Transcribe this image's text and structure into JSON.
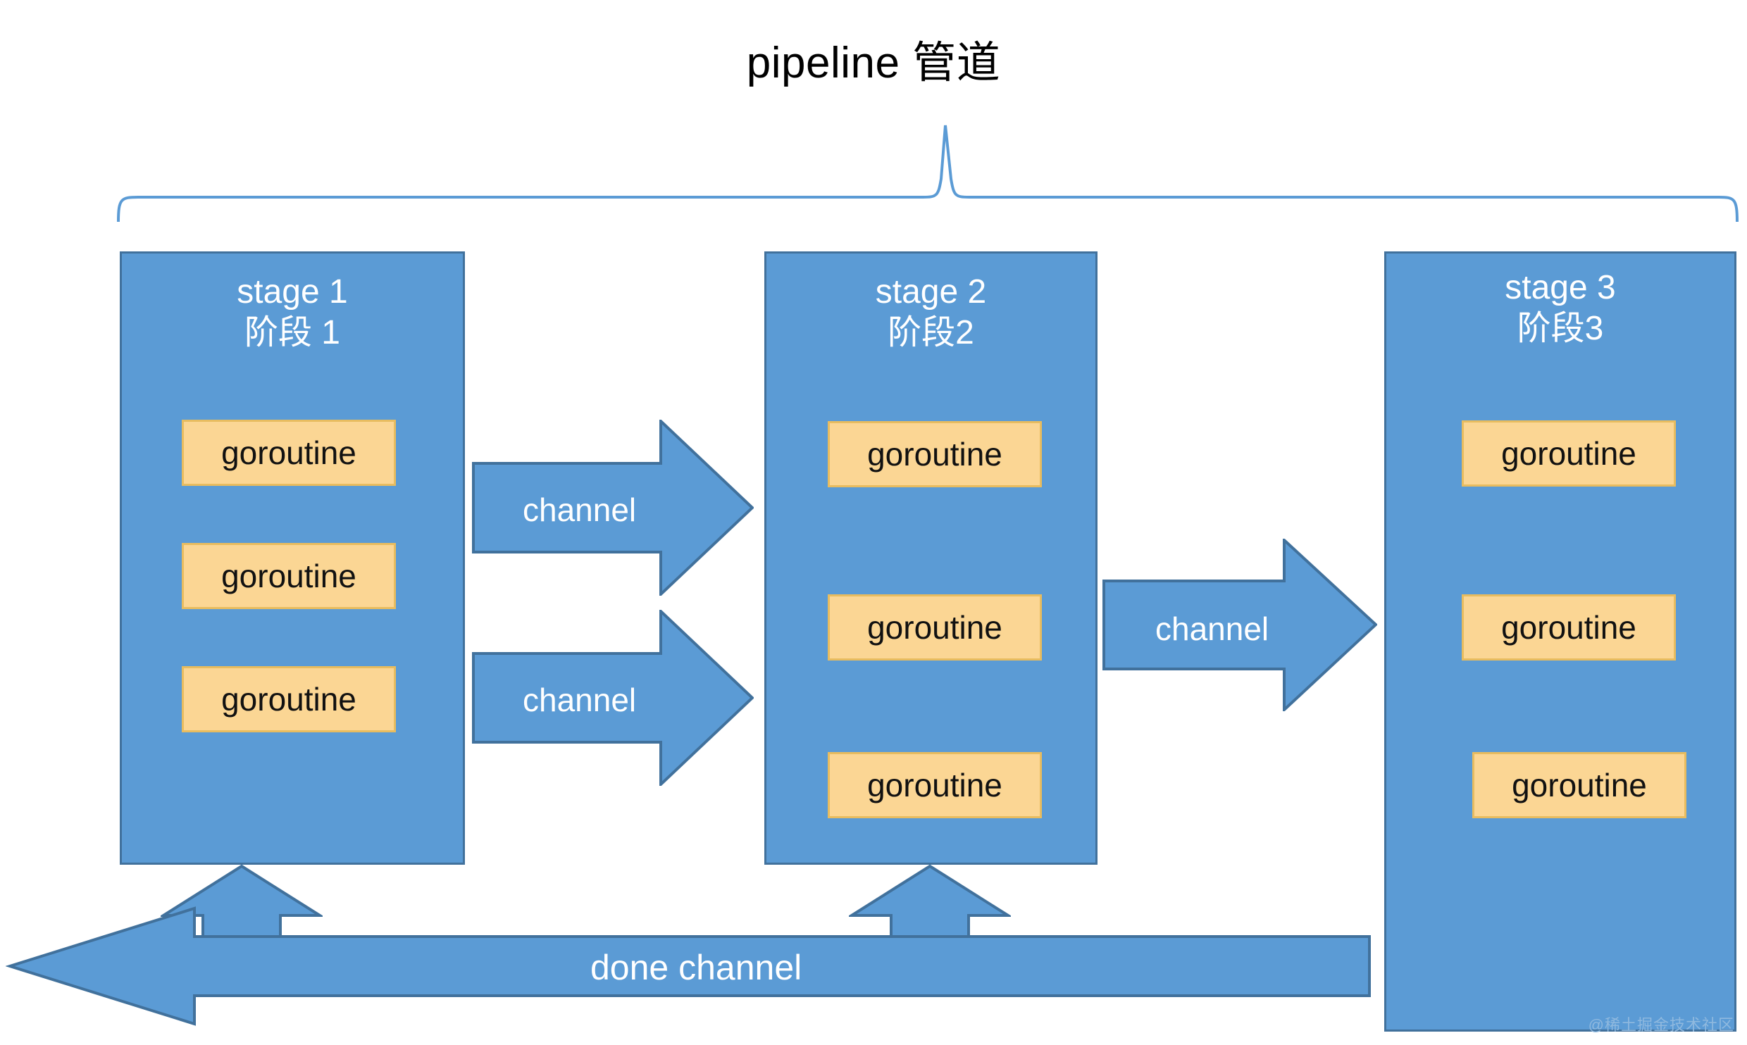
{
  "diagram": {
    "title": "pipeline 管道",
    "background_color": "#FFFFFF",
    "colors": {
      "stage_fill": "#5B9BD5",
      "stage_border": "#41719C",
      "goroutine_fill": "#FBD694",
      "goroutine_border": "#E8BC5F",
      "arrow_fill": "#5B9BD5",
      "arrow_border": "#41719C",
      "brace_stroke": "#5B9BD5",
      "label_text": "#FFFFFF",
      "title_text": "#000000",
      "watermark_text": "#8FB9DF"
    },
    "brace": {
      "label": "pipeline 管道",
      "spans_stages": [
        "stage 1",
        "stage 2",
        "stage 3"
      ]
    },
    "stages": [
      {
        "id": "stage-1",
        "title_en": "stage 1",
        "title_zh": "阶段 1",
        "label": "stage 1\n阶段 1",
        "goroutines": [
          "goroutine",
          "goroutine",
          "goroutine"
        ]
      },
      {
        "id": "stage-2",
        "title_en": "stage 2",
        "title_zh": "阶段2",
        "label": "stage 2\n阶段2",
        "goroutines": [
          "goroutine",
          "goroutine",
          "goroutine"
        ]
      },
      {
        "id": "stage-3",
        "title_en": "stage 3",
        "title_zh": "阶段3",
        "label": "stage 3\n阶段3",
        "goroutines": [
          "goroutine",
          "goroutine",
          "goroutine"
        ]
      }
    ],
    "channels": [
      {
        "id": "channel-1",
        "label": "channel",
        "from": "stage 1",
        "to": "stage 2",
        "direction": "right"
      },
      {
        "id": "channel-2",
        "label": "channel",
        "from": "stage 1",
        "to": "stage 2",
        "direction": "right"
      },
      {
        "id": "channel-3",
        "label": "channel",
        "from": "stage 2",
        "to": "stage 3",
        "direction": "right"
      }
    ],
    "done_channel": {
      "label": "done channel",
      "direction": "left",
      "feeds_into": [
        "stage 1",
        "stage 2"
      ]
    },
    "watermark": "@稀土掘金技术社区"
  }
}
